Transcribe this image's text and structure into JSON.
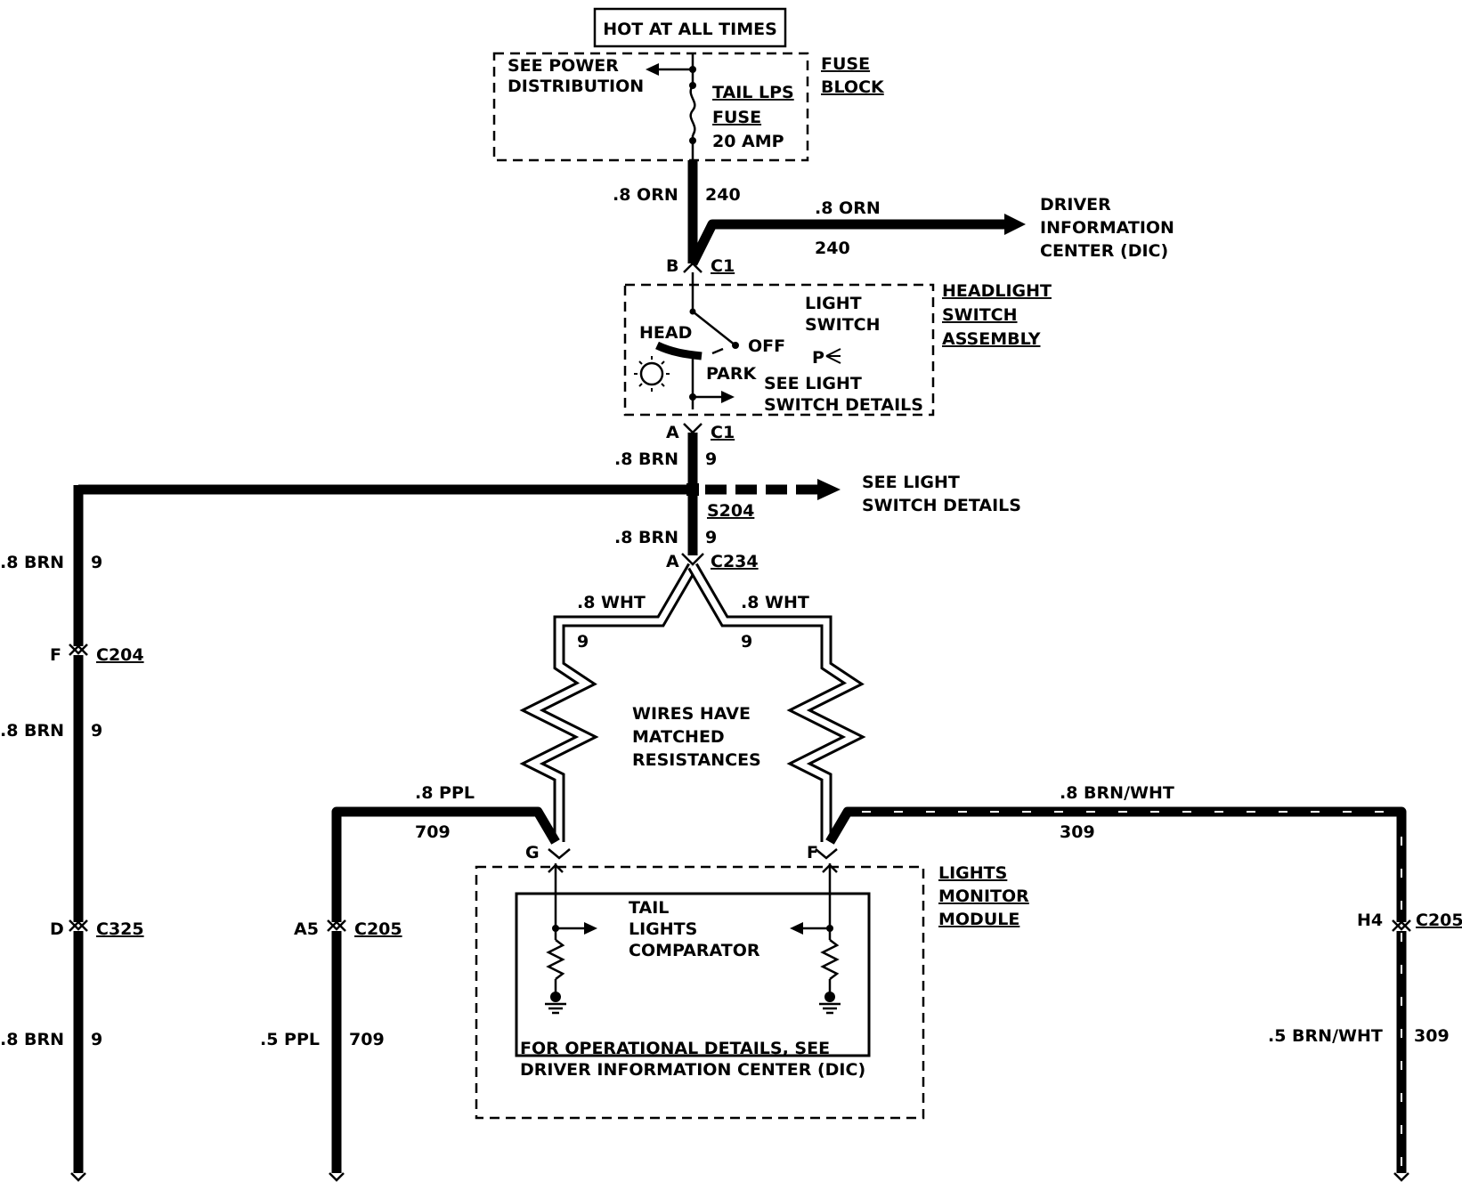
{
  "header": {
    "hot_label": "HOT AT ALL TIMES"
  },
  "fuse_block": {
    "title_line1": "FUSE",
    "title_line2": "BLOCK",
    "see_power_line1": "SEE POWER",
    "see_power_line2": "DISTRIBUTION",
    "fuse_name_line1": "TAIL LPS",
    "fuse_name_line2": "FUSE",
    "fuse_rating": "20 AMP"
  },
  "feed": {
    "wire_color": ".8 ORN",
    "circuit": "240",
    "branch_wire_color": ".8 ORN",
    "branch_circuit": "240",
    "dic_line1": "DRIVER",
    "dic_line2": "INFORMATION",
    "dic_line3": "CENTER (DIC)",
    "pin_b": "B",
    "conn_c1_top": "C1"
  },
  "headlight_switch": {
    "title_line1": "HEADLIGHT",
    "title_line2": "SWITCH",
    "title_line3": "ASSEMBLY",
    "light_switch_line1": "LIGHT",
    "light_switch_line2": "SWITCH",
    "head": "HEAD",
    "off": "OFF",
    "park": "PARK",
    "p_symbol": "P",
    "see_details_line1": "SEE LIGHT",
    "see_details_line2": "SWITCH DETAILS"
  },
  "switch_output": {
    "pin_a": "A",
    "conn_c1_bottom": "C1",
    "wire_color": ".8 BRN",
    "circuit": "9",
    "see_details_line1": "SEE LIGHT",
    "see_details_line2": "SWITCH DETAILS",
    "splice": "S204",
    "wire_color2": ".8 BRN",
    "circuit2": "9",
    "pin_a2": "A",
    "conn_c234": "C234"
  },
  "matched_wires": {
    "left_color": ".8 WHT",
    "left_circuit": "9",
    "right_color": ".8 WHT",
    "right_circuit": "9",
    "note_line1": "WIRES HAVE",
    "note_line2": "MATCHED",
    "note_line3": "RESISTANCES"
  },
  "left_branch": {
    "color1": ".8 BRN",
    "circuit1": "9",
    "pin_f": "F",
    "conn_c204": "C204",
    "color2": ".8 BRN",
    "circuit2": "9",
    "pin_d": "D",
    "conn_c325": "C325",
    "color3": ".8 BRN",
    "circuit3": "9"
  },
  "ppl_branch": {
    "color1": ".8 PPL",
    "circuit1": "709",
    "pin_a5": "A5",
    "conn": "C205",
    "color2": ".5 PPL",
    "circuit2": "709",
    "pin_g": "G"
  },
  "brnwht_branch": {
    "color1": ".8 BRN/WHT",
    "circuit1": "309",
    "pin_f": "F",
    "pin_h4": "H4",
    "conn": "C205",
    "color2": ".5 BRN/WHT",
    "circuit2": "309"
  },
  "lights_monitor": {
    "title_line1": "LIGHTS",
    "title_line2": "MONITOR",
    "title_line3": "MODULE",
    "comparator_line1": "TAIL",
    "comparator_line2": "LIGHTS",
    "comparator_line3": "COMPARATOR",
    "details_line1": "FOR OPERATIONAL DETAILS, SEE",
    "details_line2": "DRIVER INFORMATION CENTER (DIC)"
  }
}
